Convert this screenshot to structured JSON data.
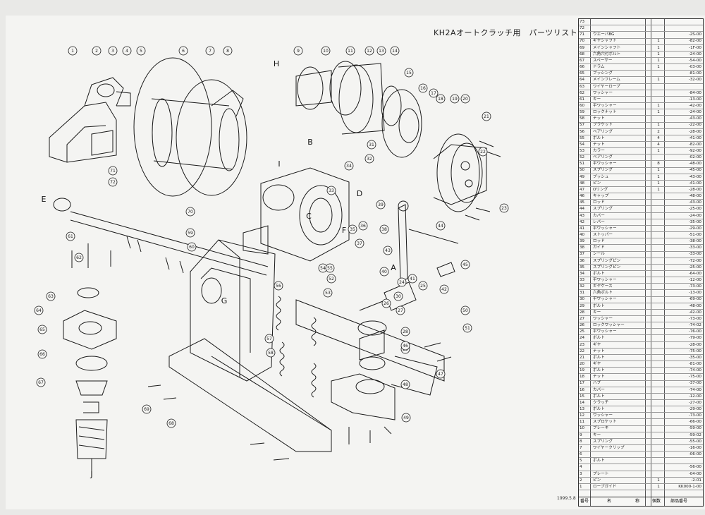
{
  "title": "KH2Aオートクラッチ用　パーツリスト",
  "date": "1999.5.8",
  "header": {
    "no": "番号",
    "name": "名",
    "name2": "称",
    "qty": "個数",
    "code": "部品番号"
  },
  "part_labels": [
    "1",
    "2",
    "3",
    "4",
    "5",
    "6",
    "7",
    "8",
    "9",
    "10",
    "11",
    "12",
    "13",
    "14",
    "15",
    "16",
    "17",
    "18",
    "19",
    "20",
    "21",
    "22",
    "23",
    "24",
    "25",
    "26",
    "27",
    "28",
    "29",
    "30",
    "31",
    "32",
    "33",
    "34",
    "35",
    "36",
    "37",
    "38",
    "39",
    "40",
    "41",
    "42",
    "43",
    "44",
    "45",
    "46",
    "47",
    "48",
    "49",
    "50",
    "51",
    "52",
    "53",
    "54",
    "55",
    "56",
    "57",
    "58",
    "59",
    "60",
    "61",
    "62",
    "63",
    "64",
    "65",
    "66",
    "67",
    "68",
    "69",
    "70",
    "71",
    "72"
  ],
  "letter_labels": [
    "A",
    "B",
    "C",
    "D",
    "E",
    "F",
    "G",
    "H",
    "I",
    "J"
  ],
  "parts_rows": [
    {
      "no": "73",
      "name": "",
      "qty": "",
      "code": ""
    },
    {
      "no": "72",
      "name": "",
      "qty": "",
      "code": ""
    },
    {
      "no": "71",
      "name": "ウエーバBG",
      "qty": "",
      "code": "-2S-00"
    },
    {
      "no": "70",
      "name": "ギヤシャフト",
      "qty": "1",
      "code": "-82-00"
    },
    {
      "no": "69",
      "name": "メインシャフト",
      "qty": "1",
      "code": "-1F-00"
    },
    {
      "no": "68",
      "name": "六角穴付ボルト",
      "qty": "1",
      "code": "-24-00"
    },
    {
      "no": "67",
      "name": "スペーサー",
      "qty": "1",
      "code": "-54-00"
    },
    {
      "no": "66",
      "name": "ドラム",
      "qty": "1",
      "code": "-03-00"
    },
    {
      "no": "65",
      "name": "ブッシング",
      "qty": "",
      "code": "-81-00"
    },
    {
      "no": "64",
      "name": "メインフレーム",
      "qty": "1",
      "code": "-32-00"
    },
    {
      "no": "63",
      "name": "ワイヤーロープ",
      "qty": "",
      "code": ""
    },
    {
      "no": "62",
      "name": "ワッシャー",
      "qty": "",
      "code": "-84-00"
    },
    {
      "no": "61",
      "name": "キー",
      "qty": "",
      "code": "-13-00"
    },
    {
      "no": "60",
      "name": "平ワッシャー",
      "qty": "1",
      "code": "-42-00"
    },
    {
      "no": "59",
      "name": "ロックナット",
      "qty": "1",
      "code": "-24-00"
    },
    {
      "no": "58",
      "name": "ナット",
      "qty": "",
      "code": "-43-00"
    },
    {
      "no": "57",
      "name": "ブラケット",
      "qty": "1",
      "code": "-22-00"
    },
    {
      "no": "56",
      "name": "ベアリング",
      "qty": "2",
      "code": "-28-00"
    },
    {
      "no": "55",
      "name": "ボルト",
      "qty": "4",
      "code": "-41-00"
    },
    {
      "no": "54",
      "name": "ナット",
      "qty": "4",
      "code": "-82-00"
    },
    {
      "no": "53",
      "name": "カラー",
      "qty": "1",
      "code": "-92-00"
    },
    {
      "no": "52",
      "name": "ベアリング",
      "qty": "",
      "code": "-02-00"
    },
    {
      "no": "51",
      "name": "平ワッシャー",
      "qty": "8",
      "code": "-48-00"
    },
    {
      "no": "50",
      "name": "スプリング",
      "qty": "1",
      "code": "-45-00"
    },
    {
      "no": "49",
      "name": "ブッシュ",
      "qty": "1",
      "code": "-43-00"
    },
    {
      "no": "48",
      "name": "ピン",
      "qty": "1",
      "code": "-41-00"
    },
    {
      "no": "47",
      "name": "Oリング",
      "qty": "1",
      "code": "-28-00"
    },
    {
      "no": "46",
      "name": "キャップ",
      "qty": "",
      "code": "-48-00"
    },
    {
      "no": "45",
      "name": "ロッド",
      "qty": "",
      "code": "-43-00"
    },
    {
      "no": "44",
      "name": "スプリング",
      "qty": "",
      "code": "-25-00"
    },
    {
      "no": "43",
      "name": "カバー",
      "qty": "",
      "code": "-24-00"
    },
    {
      "no": "42",
      "name": "レバー",
      "qty": "",
      "code": "-35-00"
    },
    {
      "no": "41",
      "name": "平ワッシャー",
      "qty": "",
      "code": "-29-00"
    },
    {
      "no": "40",
      "name": "ストッパー",
      "qty": "",
      "code": "-51-00"
    },
    {
      "no": "39",
      "name": "ロッド",
      "qty": "",
      "code": "-38-00"
    },
    {
      "no": "38",
      "name": "ガイド",
      "qty": "",
      "code": "-33-00"
    },
    {
      "no": "37",
      "name": "シール",
      "qty": "",
      "code": "-33-00"
    },
    {
      "no": "36",
      "name": "スプリングピン",
      "qty": "",
      "code": "-72-00"
    },
    {
      "no": "35",
      "name": "スプリングピン",
      "qty": "",
      "code": "-25-00"
    },
    {
      "no": "34",
      "name": "ボルト",
      "qty": "",
      "code": "-64-00"
    },
    {
      "no": "33",
      "name": "平ワッシャー",
      "qty": "",
      "code": "-12-00"
    },
    {
      "no": "32",
      "name": "ギヤケース",
      "qty": "",
      "code": "-73-00"
    },
    {
      "no": "31",
      "name": "六角ボルト",
      "qty": "",
      "code": "-13-00"
    },
    {
      "no": "30",
      "name": "平ワッシャー",
      "qty": "",
      "code": "-69-00"
    },
    {
      "no": "29",
      "name": "ボルト",
      "qty": "",
      "code": "-48-00"
    },
    {
      "no": "28",
      "name": "キー",
      "qty": "",
      "code": "-42-00"
    },
    {
      "no": "27",
      "name": "ワッシャー",
      "qty": "",
      "code": "-73-00"
    },
    {
      "no": "26",
      "name": "ロックワッシャー",
      "qty": "",
      "code": "-74-02"
    },
    {
      "no": "25",
      "name": "平ワッシャー",
      "qty": "",
      "code": "-76-00"
    },
    {
      "no": "24",
      "name": "ボルト",
      "qty": "",
      "code": "-79-00"
    },
    {
      "no": "23",
      "name": "ギヤ",
      "qty": "",
      "code": "-28-00"
    },
    {
      "no": "22",
      "name": "ナット",
      "qty": "",
      "code": "-75-00"
    },
    {
      "no": "21",
      "name": "ボルト",
      "qty": "",
      "code": "-35-00"
    },
    {
      "no": "20",
      "name": "ギヤ",
      "qty": "",
      "code": "-81-00"
    },
    {
      "no": "19",
      "name": "ボルト",
      "qty": "",
      "code": "-74-00"
    },
    {
      "no": "18",
      "name": "ナット",
      "qty": "",
      "code": "-75-00"
    },
    {
      "no": "17",
      "name": "ハブ",
      "qty": "",
      "code": "-37-00"
    },
    {
      "no": "16",
      "name": "カバー",
      "qty": "",
      "code": "-74-00"
    },
    {
      "no": "15",
      "name": "ボルト",
      "qty": "",
      "code": "-12-00"
    },
    {
      "no": "14",
      "name": "クラッチ",
      "qty": "",
      "code": "-27-00"
    },
    {
      "no": "13",
      "name": "ボルト",
      "qty": "",
      "code": "-29-00"
    },
    {
      "no": "12",
      "name": "ワッシャー",
      "qty": "",
      "code": "-73-00"
    },
    {
      "no": "11",
      "name": "スプロケット",
      "qty": "",
      "code": "-66-00"
    },
    {
      "no": "10",
      "name": "ブレーキ",
      "qty": "",
      "code": "-59-00"
    },
    {
      "no": "9",
      "name": "キー",
      "qty": "",
      "code": "-59-02"
    },
    {
      "no": "8",
      "name": "スプリング",
      "qty": "",
      "code": "-55-00"
    },
    {
      "no": "7",
      "name": "ワイヤークリップ",
      "qty": "",
      "code": "-16-00"
    },
    {
      "no": "6",
      "name": "",
      "qty": "",
      "code": "-06-00"
    },
    {
      "no": "5",
      "name": "ボルト",
      "qty": "",
      "code": ""
    },
    {
      "no": "4",
      "name": "",
      "qty": "",
      "code": "-56-00"
    },
    {
      "no": "3",
      "name": "プレート",
      "qty": "",
      "code": "-04-00"
    },
    {
      "no": "2",
      "name": "ピン",
      "qty": "1",
      "code": "-2-01"
    },
    {
      "no": "1",
      "name": "ロープガイド",
      "qty": "1",
      "code": "KK000-1-00"
    }
  ]
}
